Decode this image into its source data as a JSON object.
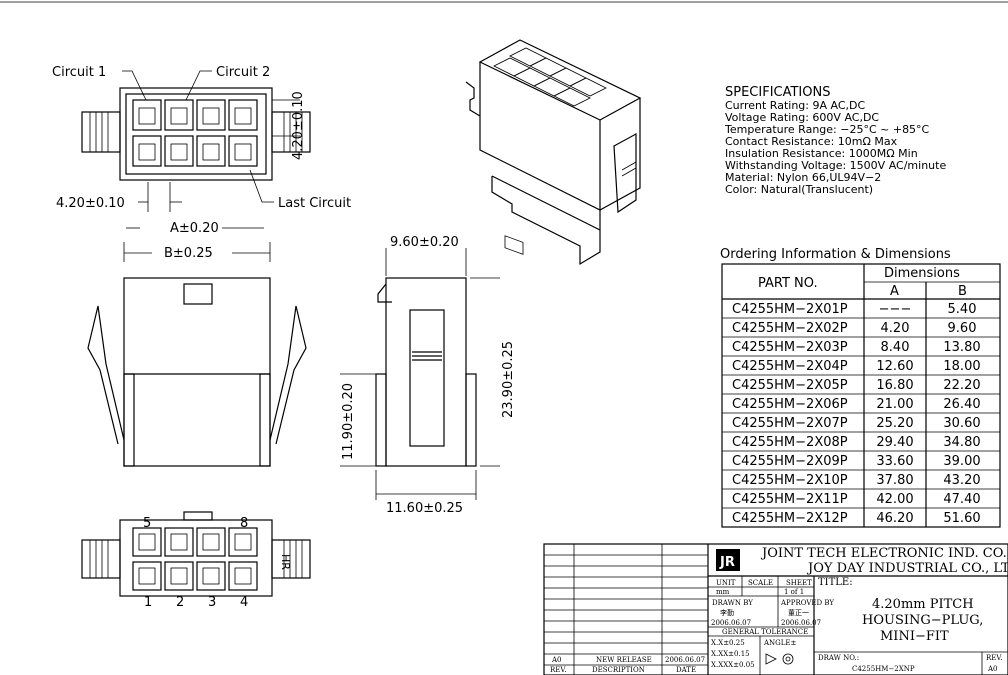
{
  "callouts": {
    "circuit_1": "Circuit 1",
    "circuit_2": "Circuit 2",
    "last_circuit": "Last Circuit"
  },
  "dims": {
    "pitch_horizontal": "4.20±0.10",
    "pitch_vertical": "4.20±0.10",
    "a_dim": "A±0.20",
    "b_dim": "B±0.25",
    "width_side": "9.60±0.20",
    "height_total": "23.90±0.25",
    "height_partial": "11.90±0.20",
    "bottom_width": "11.60±0.25"
  },
  "bottom_view": {
    "label_5": "5",
    "label_8": "8",
    "label_1": "1",
    "label_2": "2",
    "label_3": "3",
    "label_4": "4",
    "side_mark": "HR"
  },
  "specifications": {
    "heading": "SPECIFICATIONS",
    "lines": [
      "Current Rating: 9A AC,DC",
      "Voltage Rating: 600V AC,DC",
      "Temperature Range: −25°C ~ +85°C",
      "Contact Resistance: 10mΩ Max",
      "Insulation Resistance: 1000MΩ Min",
      "Withstanding Voltage: 1500V AC/minute",
      "Material: Nylon 66,UL94V−2",
      "Color: Natural(Translucent)"
    ]
  },
  "ordering": {
    "title": "Ordering Information & Dimensions",
    "col_part": "PART NO.",
    "col_dims": "Dimensions",
    "col_a": "A",
    "col_b": "B",
    "rows": [
      {
        "part": "C4255HM−2X01P",
        "a": "−−−",
        "b": "5.40"
      },
      {
        "part": "C4255HM−2X02P",
        "a": "4.20",
        "b": "9.60"
      },
      {
        "part": "C4255HM−2X03P",
        "a": "8.40",
        "b": "13.80"
      },
      {
        "part": "C4255HM−2X04P",
        "a": "12.60",
        "b": "18.00"
      },
      {
        "part": "C4255HM−2X05P",
        "a": "16.80",
        "b": "22.20"
      },
      {
        "part": "C4255HM−2X06P",
        "a": "21.00",
        "b": "26.40"
      },
      {
        "part": "C4255HM−2X07P",
        "a": "25.20",
        "b": "30.60"
      },
      {
        "part": "C4255HM−2X08P",
        "a": "29.40",
        "b": "34.80"
      },
      {
        "part": "C4255HM−2X09P",
        "a": "33.60",
        "b": "39.00"
      },
      {
        "part": "C4255HM−2X10P",
        "a": "37.80",
        "b": "43.20"
      },
      {
        "part": "C4255HM−2X11P",
        "a": "42.00",
        "b": "47.40"
      },
      {
        "part": "C4255HM−2X12P",
        "a": "46.20",
        "b": "51.60"
      }
    ]
  },
  "title_block": {
    "company_line1": "JOINT TECH ELECTRONIC IND. CO., LTD.",
    "company_line2": "JOY DAY INDUSTRIAL CO., LTD.",
    "unit_label": "UNIT",
    "unit_value": "mm",
    "scale_label": "SCALE",
    "sheet_label": "SHEET",
    "sheet_value": "1 of 1",
    "drawn_by_label": "DRAWN BY",
    "drawn_by_name": "李勤",
    "drawn_by_date": "2006.06.07",
    "approved_by_label": "APPROVED BY",
    "approved_by_name": "董正一",
    "approved_by_date": "2006.06.07",
    "tolerance_label": "GENERAL TOLERANCE",
    "tol_1": "X.X±0.25",
    "tol_2": "X.XX±0.15",
    "tol_3": "X.XXX±0.05",
    "angle_label": "ANGLE±",
    "title_label": "TITLE:",
    "title_1": "4.20mm PITCH",
    "title_2": "HOUSING−PLUG,",
    "title_3": "MINI−FIT",
    "draw_no_label": "DRAW NO.:",
    "draw_no_value": "C4255HM−2XNP",
    "rev_label": "REV.",
    "rev_value": "A0",
    "rev_col_label": "REV.",
    "desc_col_label": "DESCRIPTION",
    "date_col_label": "DATE",
    "rev_row_rev": "A0",
    "rev_row_desc": "NEW RELEASE",
    "rev_row_date": "2006.06.07"
  }
}
